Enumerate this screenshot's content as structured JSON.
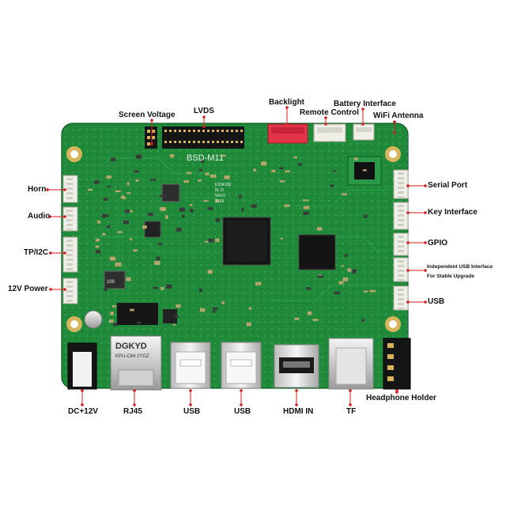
{
  "board": {
    "model": "BSD-M11",
    "silk_marks": [
      "E334108",
      "8L-D",
      "94V-0",
      "2143",
      "100"
    ],
    "rj45_brand": "DGKYD",
    "rj45_part": "KPU-C84 2YGZ"
  },
  "colors": {
    "pcb": "#1f8a3a",
    "pcb_dark": "#146a2a",
    "silk": "#e8f0e8",
    "leader": "#d81e1e",
    "connector_white": "#efefe8",
    "backlight_red": "#e3354a"
  },
  "labels": {
    "screen_voltage": "Screen Voltage",
    "lvds": "LVDS",
    "backlight": "Backlight",
    "battery_interface": "Battery Interface",
    "remote_control": "Remote Control",
    "wifi_antenna": "WiFi Antenna",
    "horn": "Horn",
    "audio": "Audio",
    "tp_i2c": "TP/I2C",
    "power_12v": "12V Power",
    "serial_port": "Serial Port",
    "key_interface": "Key Interface",
    "gpio": "GPIO",
    "independent_usb": "Independent USB Interface",
    "stable_upgrade": "For Stable Upgrade",
    "usb_right": "USB",
    "dc12v": "DC+12V",
    "rj45": "RJ45",
    "usb_bottom_1": "USB",
    "usb_bottom_2": "USB",
    "hdmi_in": "HDMI IN",
    "tf": "TF",
    "headphone_holder": "Headphone Holder"
  }
}
